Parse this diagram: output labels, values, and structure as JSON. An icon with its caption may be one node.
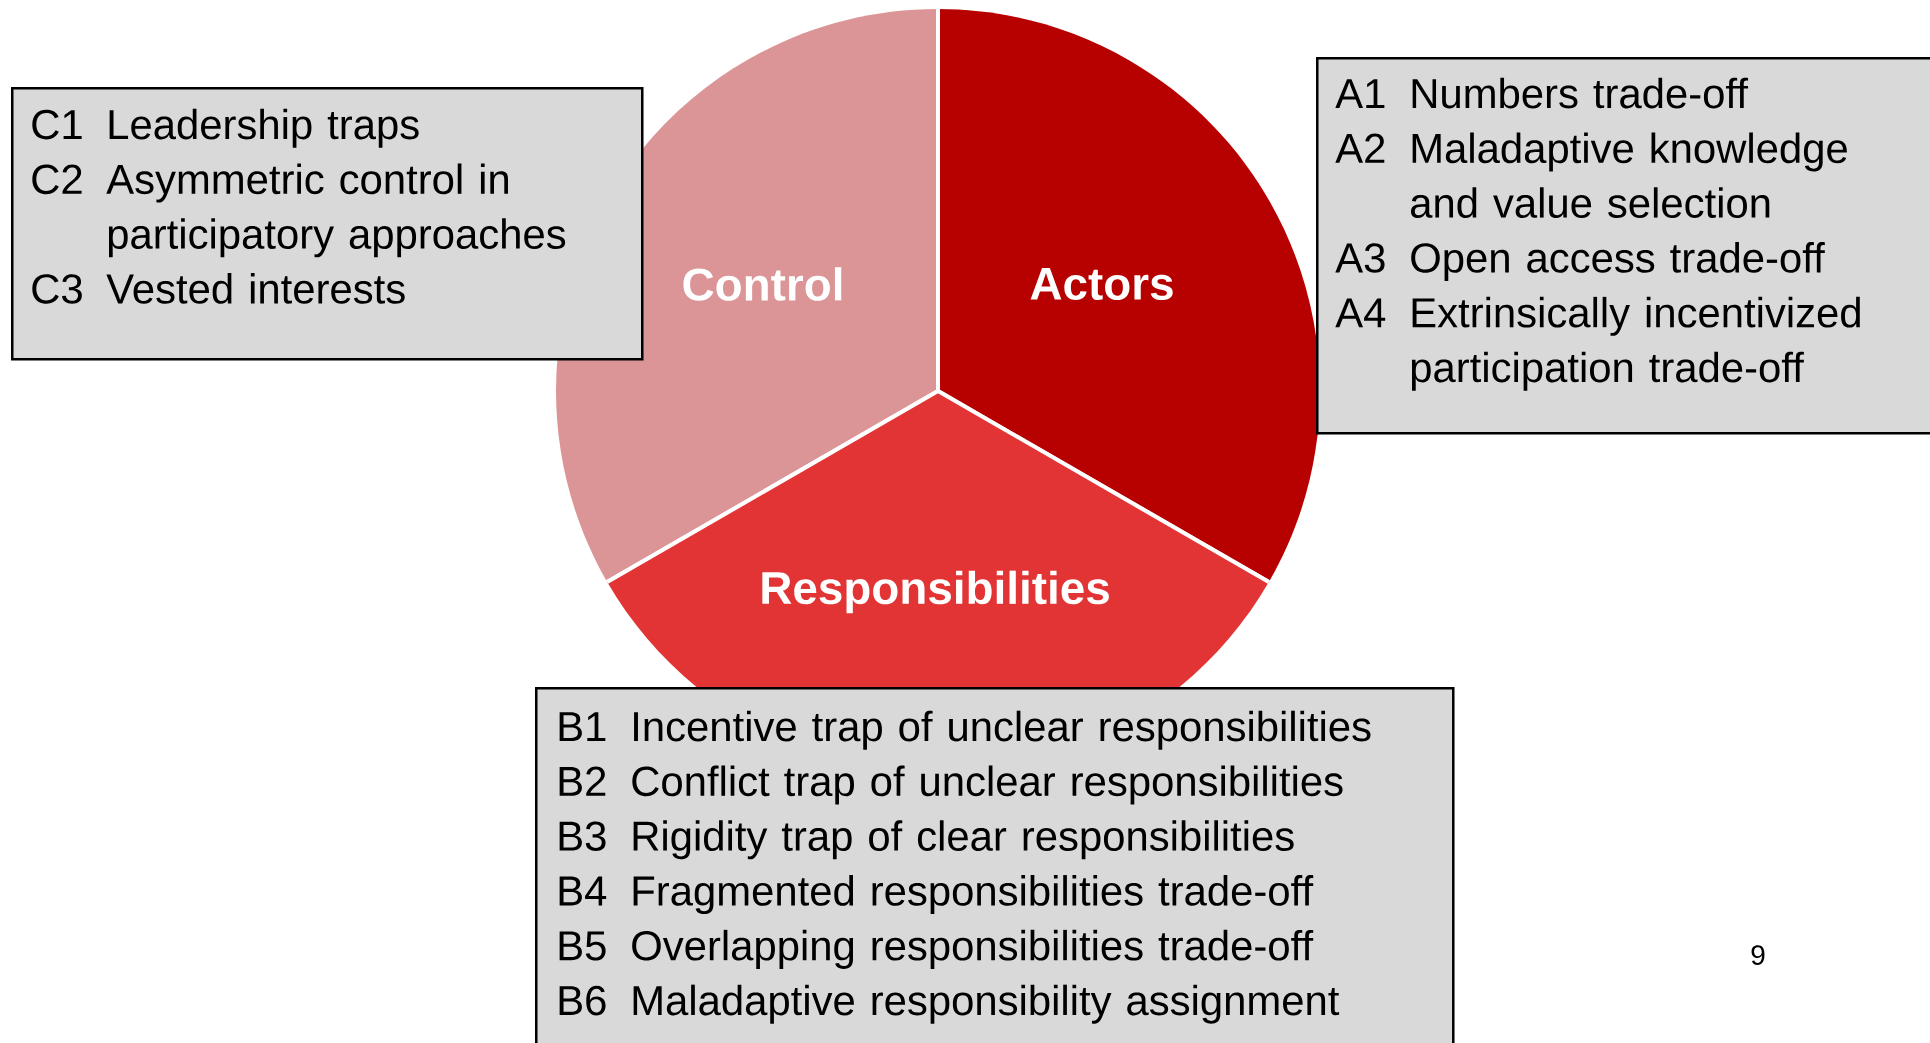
{
  "diagram": {
    "nodes": [
      {
        "text": [
          "Control"
        ]
      },
      {
        "text": [
          "Actors"
        ]
      },
      {
        "text": [
          "Responsibilities"
        ]
      },
      {
        "text": [
          "C1",
          "Leadership traps",
          "C2",
          "Asymmetric control in participatory approaches",
          "C3",
          "Vested interests"
        ]
      },
      {
        "text": [
          "A1",
          "Numbers trade-off",
          "A2",
          "Maladaptive knowledge and value selection",
          "A3",
          "Open access trade-off",
          "A4",
          "Extrinsically incentivized participation trade-off"
        ]
      },
      {
        "text": [
          "B1",
          "Incentive trap of unclear responsibilities",
          "B2",
          "Conflict trap of unclear responsibilities",
          "B3",
          "Rigidity trap of clear responsibilities",
          "B4",
          "Fragmented responsibilities trade-off",
          "B5",
          "Overlapping responsibilities trade-off",
          "B6",
          "Maladaptive responsibility assignment"
        ]
      }
    ],
    "labels": [
      "9"
    ]
  }
}
